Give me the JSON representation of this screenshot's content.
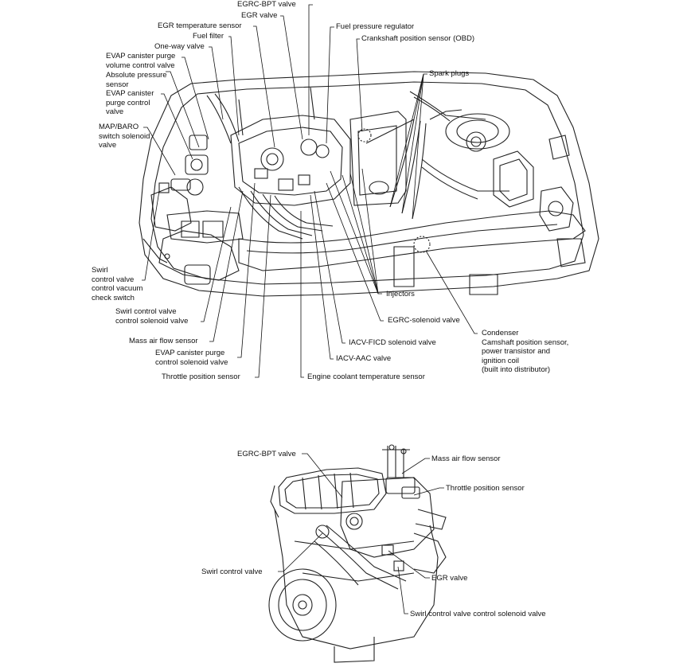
{
  "top_labels": {
    "egrc_bpt_valve": "EGRC-BPT valve",
    "egr_valve": "EGR valve",
    "egr_temperature_sensor": "EGR temperature sensor",
    "fuel_filter": "Fuel filter",
    "one_way_valve": "One-way valve",
    "evap_volume_control_valve": "EVAP canister purge\nvolume control valve",
    "absolute_pressure_sensor": "Absolute pressure\nsensor",
    "evap_purge_control_valve": "EVAP canister\npurge control\nvalve",
    "map_baro_switch_solenoid_valve": "MAP/BARO\nswitch solenoid\nvalve",
    "fuel_pressure_regulator": "Fuel pressure regulator",
    "crankshaft_position_sensor": "Crankshaft position sensor (OBD)",
    "spark_plugs": "Spark plugs",
    "swirl_control_vacuum_check_switch": "Swirl\ncontrol valve\ncontrol vacuum\ncheck switch",
    "swirl_control_valve_control_solenoid_valve": "Swirl control valve\ncontrol solenoid valve",
    "mass_air_flow_sensor": "Mass air flow sensor",
    "evap_purge_control_solenoid_valve": "EVAP canister purge\ncontrol solenoid valve",
    "throttle_position_sensor": "Throttle position sensor",
    "injectors": "Injectors",
    "egrc_solenoid_valve": "EGRC-solenoid valve",
    "iacv_ficd_solenoid_valve": "IACV-FICD solenoid valve",
    "iacv_aac_valve": "IACV-AAC valve",
    "engine_coolant_temperature_sensor": "Engine coolant temperature sensor",
    "condenser_camshaft": "Condenser\nCamshaft position sensor,\npower transistor and\nignition coil\n(built into distributor)"
  },
  "bottom_labels": {
    "egrc_bpt_valve": "EGRC-BPT valve",
    "mass_air_flow_sensor": "Mass air flow sensor",
    "throttle_position_sensor": "Throttle position sensor",
    "swirl_control_valve": "Swirl control valve",
    "egr_valve": "EGR valve",
    "swirl_control_valve_control_solenoid_valve": "Swirl control valve control solenoid valve"
  }
}
